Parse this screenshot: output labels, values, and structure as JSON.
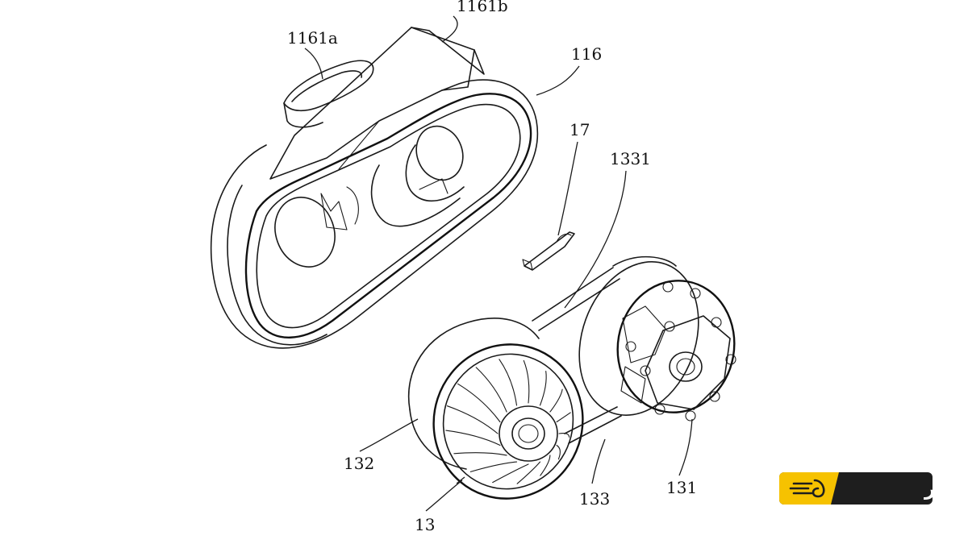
{
  "labels": {
    "l_1161a": "1161a",
    "l_1161b": "1161b",
    "l_116": "116",
    "l_17": "17",
    "l_1331": "1331",
    "l_132": "132",
    "l_13": "13",
    "l_133": "133",
    "l_131": "131"
  },
  "watermark": {
    "text": "اسبخار",
    "bg_yellow": "#f6c200",
    "bg_dark": "#1e1e1e"
  }
}
